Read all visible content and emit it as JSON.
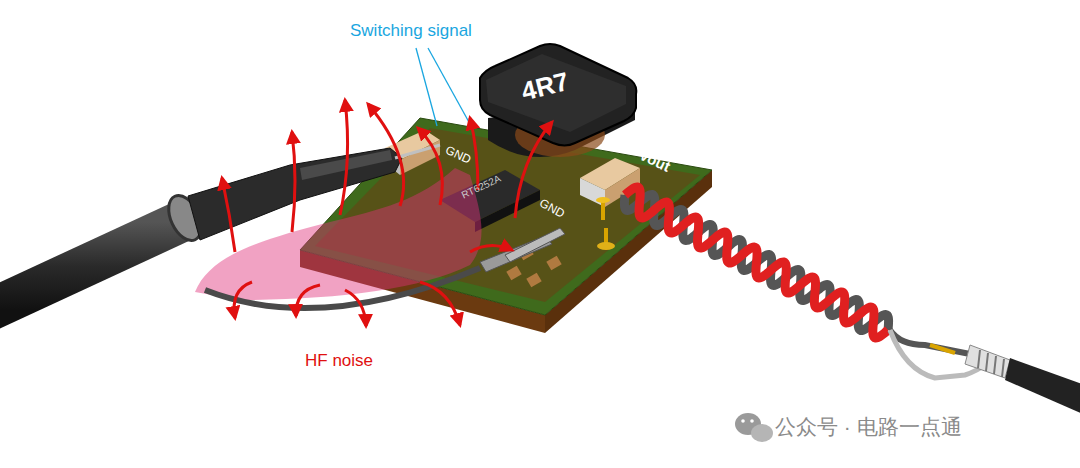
{
  "diagram": {
    "labels": [
      "Switching signal",
      "4R7",
      "Vout",
      "GND",
      "RT6252A",
      "GND",
      "HF noise",
      "公众号 · 电路一点通"
    ]
  }
}
